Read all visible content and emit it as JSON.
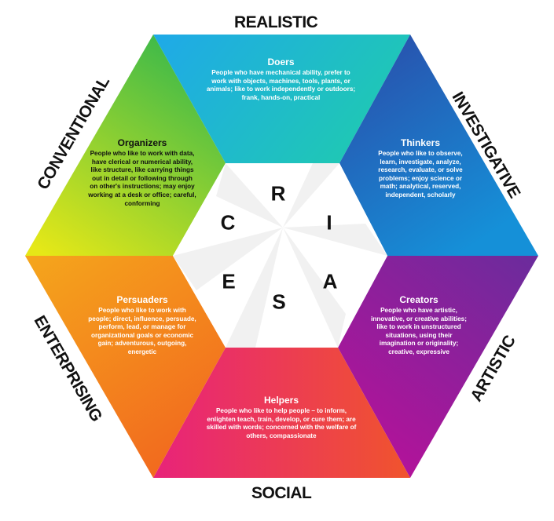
{
  "labels": {
    "realistic": "REALISTIC",
    "investigative": "INVESTIGATIVE",
    "artistic": "ARTISTIC",
    "social": "SOCIAL",
    "enterprising": "ENTERPRISING",
    "conventional": "CONVENTIONAL"
  },
  "panels": {
    "doers": {
      "title": "Doers",
      "description": "People who have mechanical ability, prefer to work with objects, machines, tools, plants, or animals; like to work independently or outdoors; frank, hands-on, practical",
      "color_start": "#1fa9e8",
      "color_end": "#1fc8b4"
    },
    "thinkers": {
      "title": "Thinkers",
      "description": "People who like to observe, learn, investigate, analyze, research, evaluate, or solve problems; enjoy science or math; analytical, reserved, independent, scholarly",
      "color_start": "#2b4aa8",
      "color_end": "#1590d8"
    },
    "creators": {
      "title": "Creators",
      "description": "People who have artistic, innovative, or creative abilities; like to work in unstructured situations, using their imagination or originality; creative, expressive",
      "color_start": "#6a2c9c",
      "color_end": "#b4129a"
    },
    "helpers": {
      "title": "Helpers",
      "description": "People who like to help people – to inform, enlighten teach, train, develop, or cure them; are skilled with words; concerned with the welfare of others, compassionate",
      "color_start": "#e8237a",
      "color_end": "#f0542d"
    },
    "persuaders": {
      "title": "Persuaders",
      "description": "People who like to work with people; direct, influence, persuade, perform, lead, or manage for organizational goals or economic gain; adventurous, outgoing, energetic",
      "color_start": "#f5a61c",
      "color_end": "#f26b1e"
    },
    "organizers": {
      "title": "Organizers",
      "description": "People who like to work with data, have clerical or numerical ability, like structure, like carrying things out in detail or following through on other's instructions; may enjoy working at a desk or office; careful, conforming",
      "color_start": "#e6e817",
      "color_end": "#3cb94a"
    }
  },
  "letters": {
    "r": "R",
    "i": "I",
    "a": "A",
    "s": "S",
    "e": "E",
    "c": "C"
  }
}
